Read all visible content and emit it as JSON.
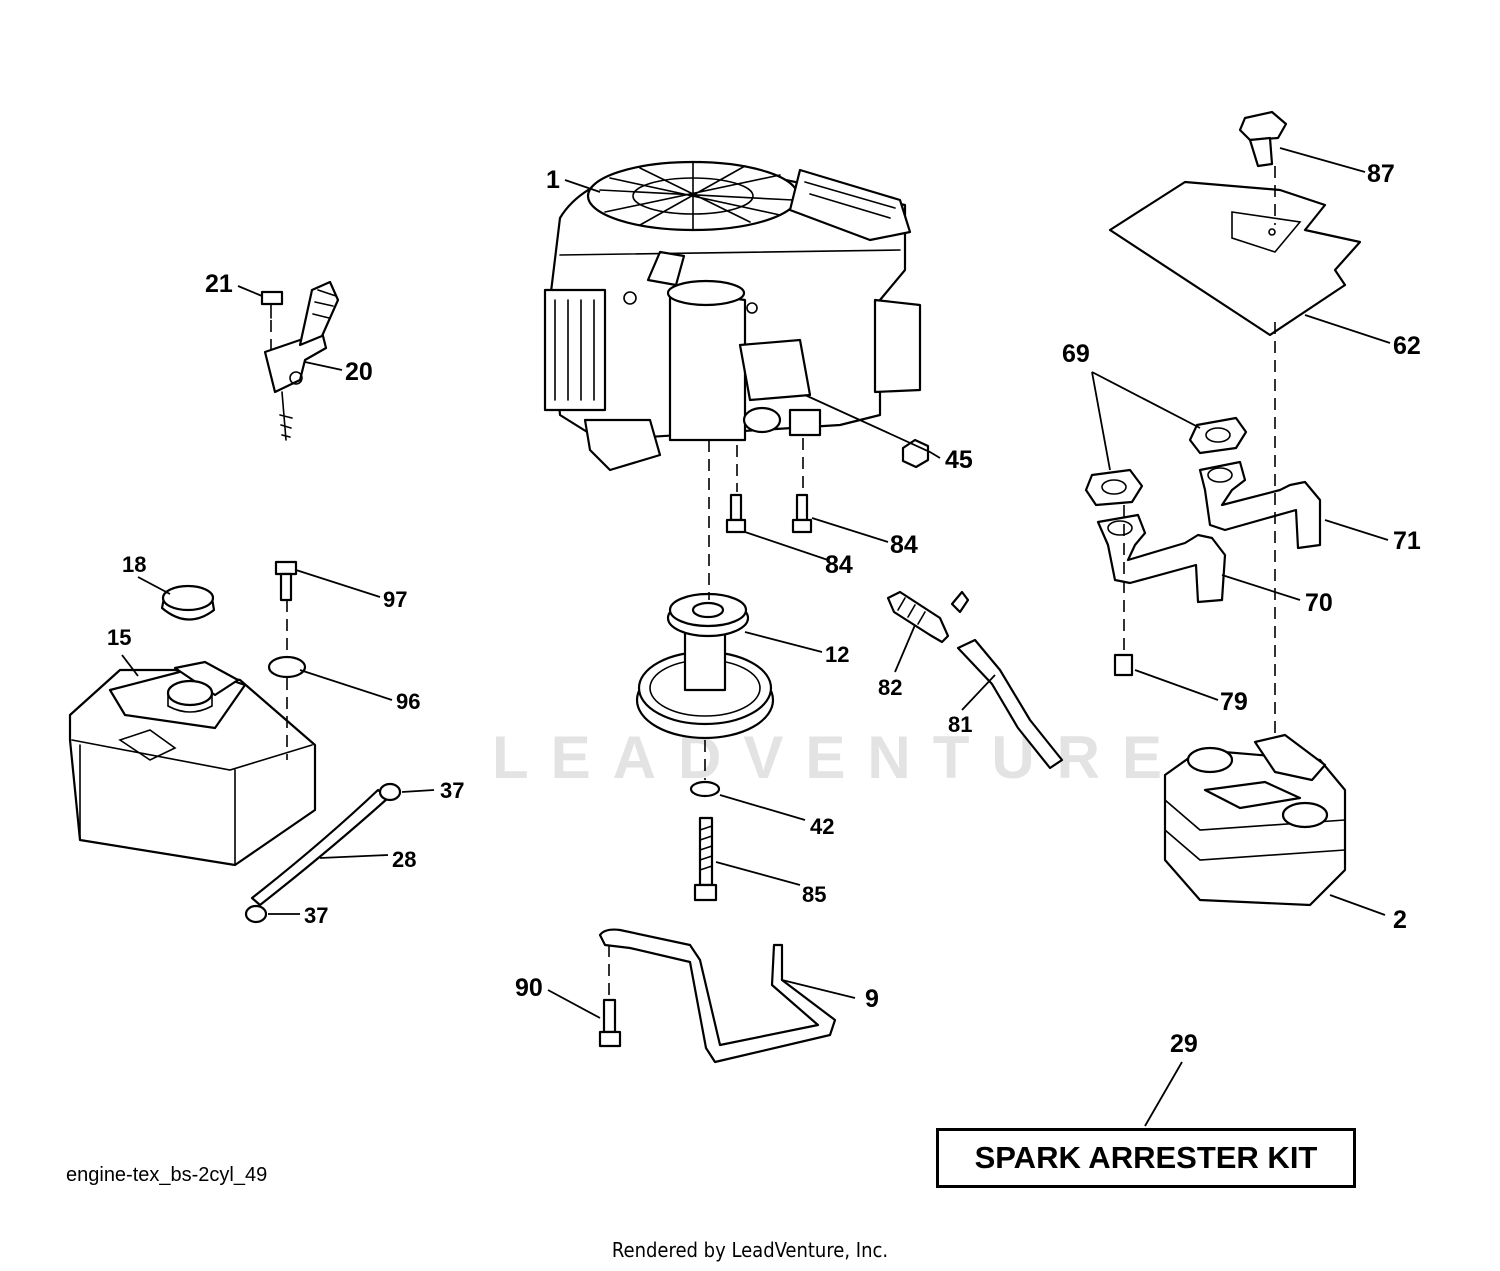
{
  "diagram": {
    "code": "engine-tex_bs-2cyl_49",
    "credit": "Rendered by LeadVenture, Inc.",
    "watermark": "LEADVENTURE",
    "kit_label": "SPARK ARRESTER KIT",
    "callouts": {
      "c1": "1",
      "c21": "21",
      "c20": "20",
      "c45": "45",
      "c87": "87",
      "c62": "62",
      "c69": "69",
      "c71": "71",
      "c70": "70",
      "c84a": "84",
      "c84b": "84",
      "c18": "18",
      "c97": "97",
      "c15": "15",
      "c96": "96",
      "c12": "12",
      "c82": "82",
      "c81": "81",
      "c79": "79",
      "c37a": "37",
      "c42": "42",
      "c28": "28",
      "c37b": "37",
      "c85": "85",
      "c2": "2",
      "c90": "90",
      "c9": "9",
      "c29": "29"
    }
  }
}
